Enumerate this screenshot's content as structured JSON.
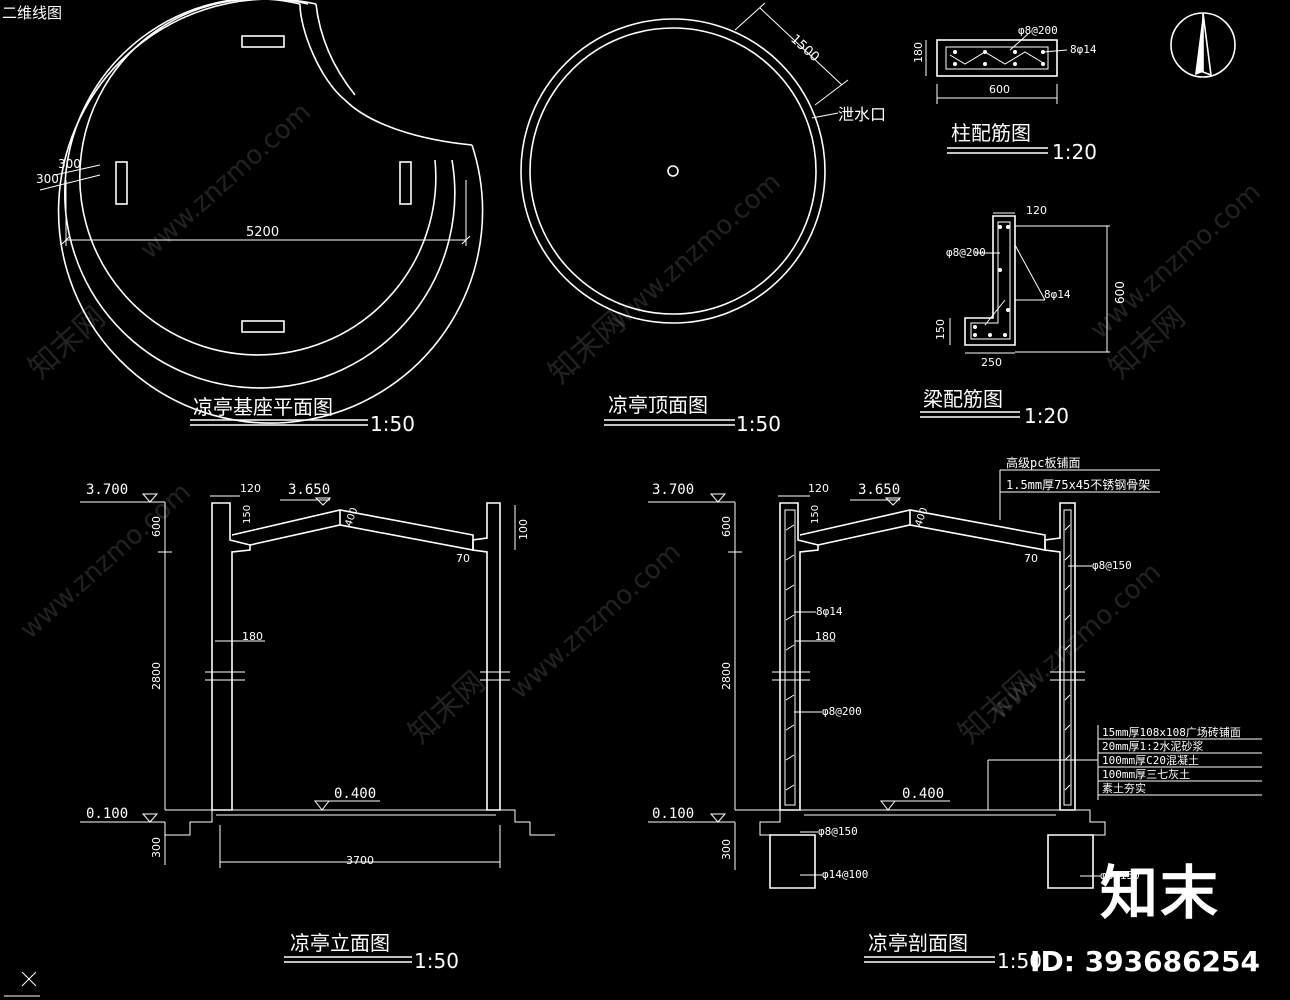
{
  "sheet": {
    "corner_label": "二维线图",
    "plan_base": {
      "title": "凉亭基座平面图",
      "scale": "1:50",
      "dim_outer": "5200",
      "dim_ring_1": "300",
      "dim_ring_2": "300"
    },
    "plan_top": {
      "title": "凉亭顶面图",
      "scale": "1:50",
      "dim": "1500",
      "outlet": "泄水口"
    },
    "column_rebar": {
      "title": "柱配筋图",
      "scale": "1:20",
      "stirrup": "φ8@200",
      "main_bar": "8φ14",
      "dim_w": "600",
      "dim_h": "180"
    },
    "beam_rebar": {
      "title": "梁配筋图",
      "scale": "1:20",
      "stirrup": "φ8@200",
      "main_bar": "8φ14",
      "dim_top": "120",
      "dim_h": "600",
      "dim_low": "150",
      "dim_bottom": "250"
    },
    "elevation": {
      "title": "凉亭立面图",
      "scale": "1:50",
      "lvl_top": "3.700",
      "lvl_ridge": "3.650",
      "lvl_floor": "0.400",
      "lvl_base": "0.100",
      "d120": "120",
      "d150": "150",
      "d400": "400",
      "d600": "600",
      "d2800": "2800",
      "d300": "300",
      "d180": "180",
      "d70": "70",
      "d100": "100",
      "d3700": "3700"
    },
    "section": {
      "title": "凉亭剖面图",
      "scale": "1:50",
      "lvl_top": "3.700",
      "lvl_ridge": "3.650",
      "lvl_floor": "0.400",
      "lvl_base": "0.100",
      "d120": "120",
      "d150": "150",
      "d400": "400",
      "d600": "600",
      "d2800": "2800",
      "d300": "300",
      "d180": "180",
      "d70": "70",
      "roof_note_1": "高级pc板铺面",
      "roof_note_2": "1.5mm厚75x45不锈钢骨架",
      "bar_1": "φ8@150",
      "bar_2": "8φ14",
      "bar_3": "φ8@200",
      "bar_4": "φ8@150",
      "bar_5": "φ14@100",
      "bar_6": "φ8@150",
      "floor_layers": [
        "15mm厚108x108广场砖铺面",
        "20mm厚1:2水泥砂浆",
        "100mm厚C20混凝土",
        "100mm厚三七灰土",
        "素土夯实"
      ]
    }
  },
  "watermark": {
    "site": "www.znzmo.com",
    "cn": "知末网"
  },
  "brand": {
    "logo": "知末",
    "id_text": "ID: 393686254"
  }
}
